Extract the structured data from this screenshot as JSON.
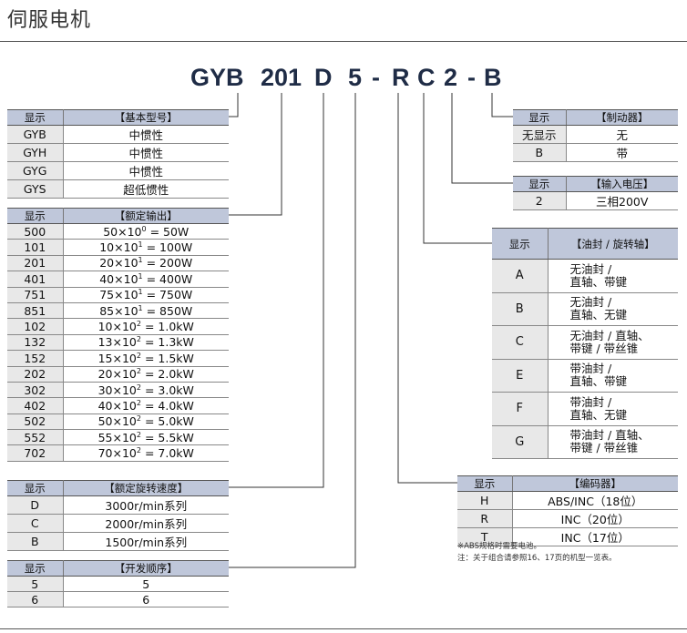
{
  "title": "伺服电机",
  "model_code": {
    "parts": [
      "GYB",
      "201",
      "D",
      "5",
      "-",
      "R",
      "C",
      "2",
      "-",
      "B"
    ]
  },
  "tables": {
    "basic_model": {
      "header": [
        "显示",
        "【基本型号】"
      ],
      "rows": [
        [
          "GYB",
          "中惯性"
        ],
        [
          "GYH",
          "中惯性"
        ],
        [
          "GYG",
          "中惯性"
        ],
        [
          "GYS",
          "超低惯性"
        ]
      ]
    },
    "rated_output": {
      "header": [
        "显示",
        "【额定输出】"
      ],
      "rows": [
        {
          "code": "500",
          "base": "50×10",
          "exp": "0",
          "result": " = 50W"
        },
        {
          "code": "101",
          "base": "10×10",
          "exp": "1",
          "result": " = 100W"
        },
        {
          "code": "201",
          "base": "20×10",
          "exp": "1",
          "result": " = 200W"
        },
        {
          "code": "401",
          "base": "40×10",
          "exp": "1",
          "result": " = 400W"
        },
        {
          "code": "751",
          "base": "75×10",
          "exp": "1",
          "result": " = 750W"
        },
        {
          "code": "851",
          "base": "85×10",
          "exp": "1",
          "result": " = 850W"
        },
        {
          "code": "102",
          "base": "10×10",
          "exp": "2",
          "result": " = 1.0kW"
        },
        {
          "code": "132",
          "base": "13×10",
          "exp": "2",
          "result": " = 1.3kW"
        },
        {
          "code": "152",
          "base": "15×10",
          "exp": "2",
          "result": " = 1.5kW"
        },
        {
          "code": "202",
          "base": "20×10",
          "exp": "2",
          "result": " = 2.0kW"
        },
        {
          "code": "302",
          "base": "30×10",
          "exp": "2",
          "result": " = 3.0kW"
        },
        {
          "code": "402",
          "base": "40×10",
          "exp": "2",
          "result": " = 4.0kW"
        },
        {
          "code": "502",
          "base": "50×10",
          "exp": "2",
          "result": " = 5.0kW"
        },
        {
          "code": "552",
          "base": "55×10",
          "exp": "2",
          "result": " = 5.5kW"
        },
        {
          "code": "702",
          "base": "70×10",
          "exp": "2",
          "result": " = 7.0kW"
        }
      ]
    },
    "rated_speed": {
      "header": [
        "显示",
        "【额定旋转速度】"
      ],
      "rows": [
        [
          "D",
          "3000r/min系列"
        ],
        [
          "C",
          "2000r/min系列"
        ],
        [
          "B",
          "1500r/min系列"
        ]
      ]
    },
    "dev_order": {
      "header": [
        "显示",
        "【开发顺序】"
      ],
      "rows": [
        [
          "5",
          "5"
        ],
        [
          "6",
          "6"
        ]
      ]
    },
    "brake": {
      "header": [
        "显示",
        "【制动器】"
      ],
      "rows": [
        [
          "无显示",
          "无"
        ],
        [
          "B",
          "带"
        ]
      ]
    },
    "input_voltage": {
      "header": [
        "显示",
        "【输入电压】"
      ],
      "rows": [
        [
          "2",
          "三相200V"
        ]
      ]
    },
    "oil_seal_shaft": {
      "header": [
        "显示",
        "【油封 / 旋转轴】"
      ],
      "rows": [
        {
          "code": "A",
          "line1": "无油封 /",
          "line2": "直轴、带键"
        },
        {
          "code": "B",
          "line1": "无油封 /",
          "line2": "直轴、无键"
        },
        {
          "code": "C",
          "line1": "无油封 / 直轴、",
          "line2": "带键 / 带丝锥"
        },
        {
          "code": "E",
          "line1": "带油封 /",
          "line2": "直轴、带键"
        },
        {
          "code": "F",
          "line1": "带油封 /",
          "line2": "直轴、无键"
        },
        {
          "code": "G",
          "line1": "带油封 / 直轴、",
          "line2": "带键 / 带丝锥"
        }
      ]
    },
    "encoder": {
      "header": [
        "显示",
        "【编码器】"
      ],
      "rows": [
        [
          "H",
          "ABS/INC（18位）"
        ],
        [
          "R",
          "INC（20位）"
        ],
        [
          "T",
          "INC（17位）"
        ]
      ]
    }
  },
  "notes": [
    "※ABS规格时需要电池。",
    "注：关于组合请参照16、17页的机型一览表。"
  ]
}
